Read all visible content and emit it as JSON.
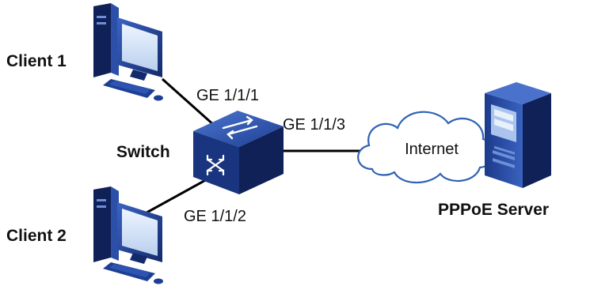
{
  "labels": {
    "client1": "Client 1",
    "client2": "Client 2",
    "switch": "Switch",
    "server": "PPPoE Server",
    "cloud": "Internet"
  },
  "ports": {
    "p1": "GE 1/1/1",
    "p2": "GE 1/1/2",
    "p3": "GE 1/1/3"
  },
  "colors": {
    "device_blue": "#1f3f8f",
    "device_dark": "#0f2156",
    "screen": "#d8e6f7",
    "cloud_fill": "#ffffff",
    "cloud_stroke": "#2f62b3",
    "link": "#000000"
  },
  "icons": {
    "client1": "desktop-computer-icon",
    "client2": "desktop-computer-icon",
    "switch": "switch-icon",
    "server": "server-icon",
    "cloud": "cloud-icon"
  }
}
